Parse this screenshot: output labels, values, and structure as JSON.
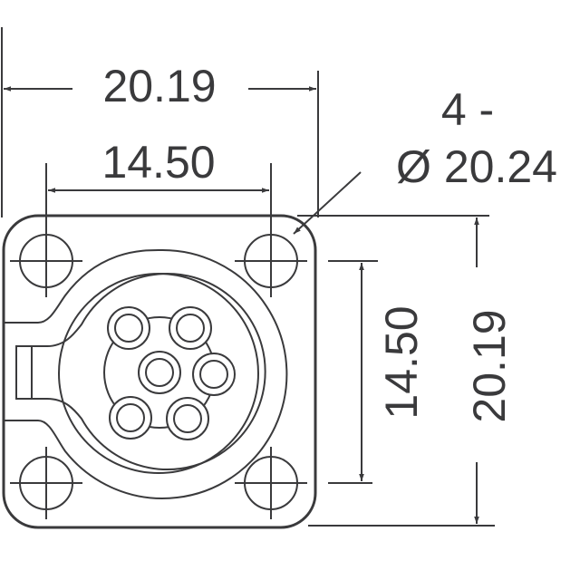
{
  "drawing": {
    "type": "connector-footprint",
    "line_color": "#3a3a3c",
    "background": "#ffffff"
  },
  "dimensions": {
    "overall_width": "20.19",
    "hole_spacing_width": "14.50",
    "overall_height": "20.19",
    "hole_spacing_height": "14.50",
    "hole_count_label": "4 -",
    "hole_diameter_label": "Ø 20.24"
  },
  "features": {
    "mounting_holes": 4,
    "contacts": 6
  }
}
